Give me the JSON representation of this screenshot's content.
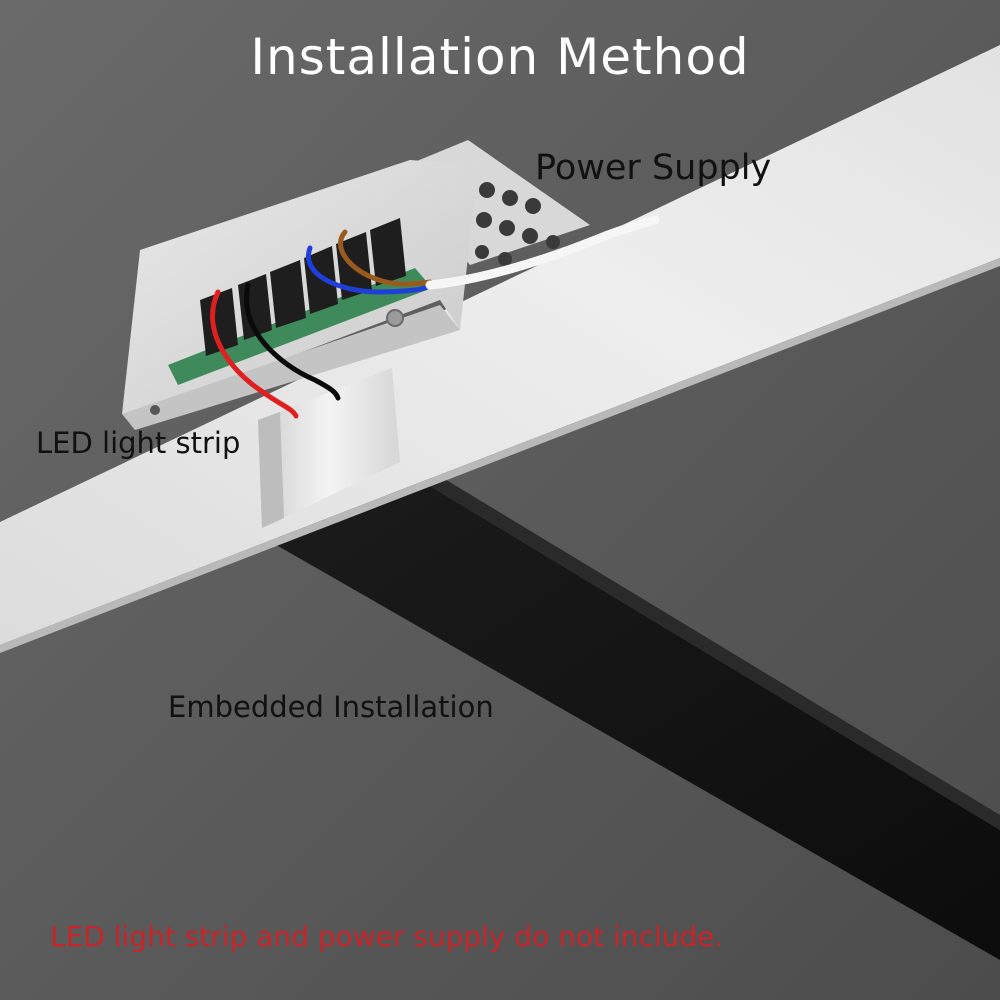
{
  "title": "Installation Method",
  "labels": {
    "power_supply": "Power Supply",
    "led_strip": "LED light strip",
    "embedded": "Embedded Installation"
  },
  "note": {
    "text": "LED light strip and power supply do not include.",
    "color": "#c8242a"
  },
  "colors": {
    "background": "#5a5a5a",
    "ceiling_board": "#ececec",
    "profile_black": "#141414",
    "wire_red": "#e02020",
    "wire_black": "#0a0a0a",
    "wire_blue": "#1f3fd8",
    "wire_brown": "#9a5a1e",
    "pcb_green": "#3f8a5a"
  }
}
